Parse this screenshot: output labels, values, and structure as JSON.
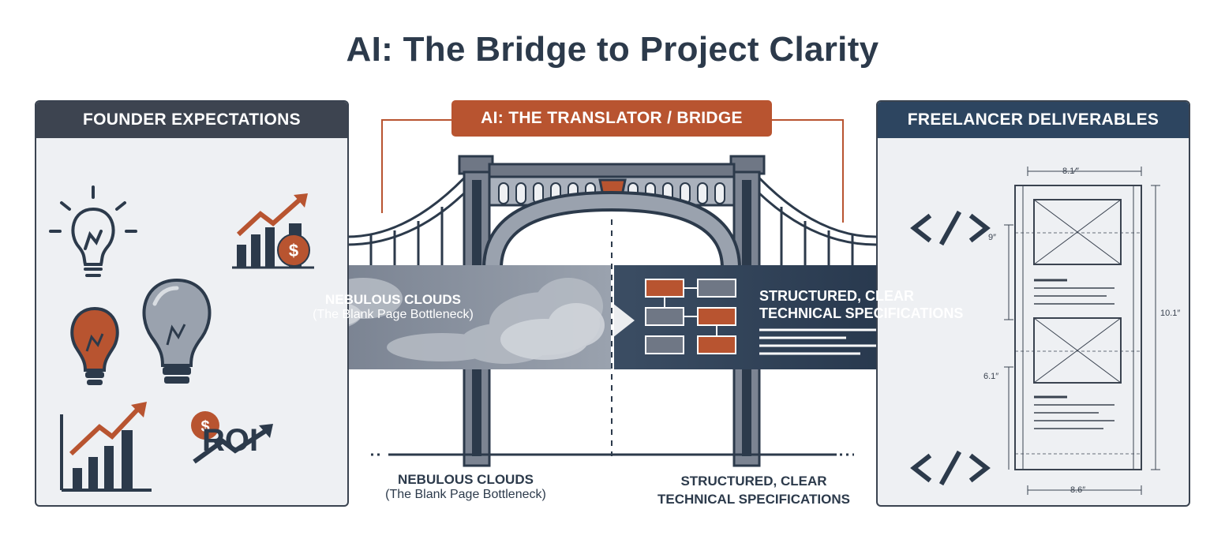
{
  "title": "AI: The Bridge to Project Clarity",
  "left_panel": {
    "header": "FOUNDER EXPECTATIONS",
    "roi_text": "ROI"
  },
  "center": {
    "header": "AI: THE TRANSLATOR / BRIDGE"
  },
  "right_panel": {
    "header": "FREELANCER DELIVERABLES",
    "dimensions": {
      "top": "8.1⁄″",
      "upper_left": "9″",
      "right": "10.1″",
      "lower_left": "6.1″",
      "bottom": "8.6″"
    }
  },
  "arrow": {
    "cloud_title": "NEBULOUS CLOUDS",
    "cloud_sub": "(The Blank Page Bottleneck)",
    "spec_line1": "STRUCTURED, CLEAR",
    "spec_line2": "TECHNICAL SPECIFICATIONS"
  },
  "bottom": {
    "left_title": "NEBULOUS CLOUDS",
    "left_sub": "(The Blank Page Bottleneck)",
    "right_line1": "STRUCTURED, CLEAR",
    "right_line2": "TECHNICAL SPECIFICATIONS"
  },
  "colors": {
    "navy": "#2c3a4b",
    "rust": "#b85430",
    "steel": "#6f7785",
    "panel_bg": "#eef0f3"
  },
  "icons": [
    "lightbulb-icon",
    "growth-chart-icon",
    "dollar-coin-icon",
    "code-brackets-icon",
    "blueprint-icon",
    "bridge-icon",
    "cloud-icon",
    "flowchart-icon"
  ]
}
